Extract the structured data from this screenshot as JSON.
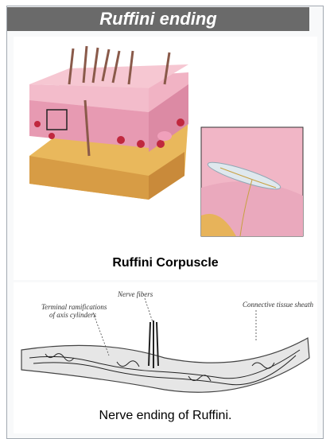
{
  "infobox": {
    "title": "Ruffini ending",
    "image1_caption": "Ruffini Corpuscle",
    "image2_caption": "Nerve ending of Ruffini.",
    "diagram_labels": {
      "nerve_fibers": "Nerve fibers",
      "terminal_line1": "Terminal ramifications",
      "terminal_line2": "of axis cylinders",
      "connective_sheath": "Connective tissue sheath"
    }
  }
}
